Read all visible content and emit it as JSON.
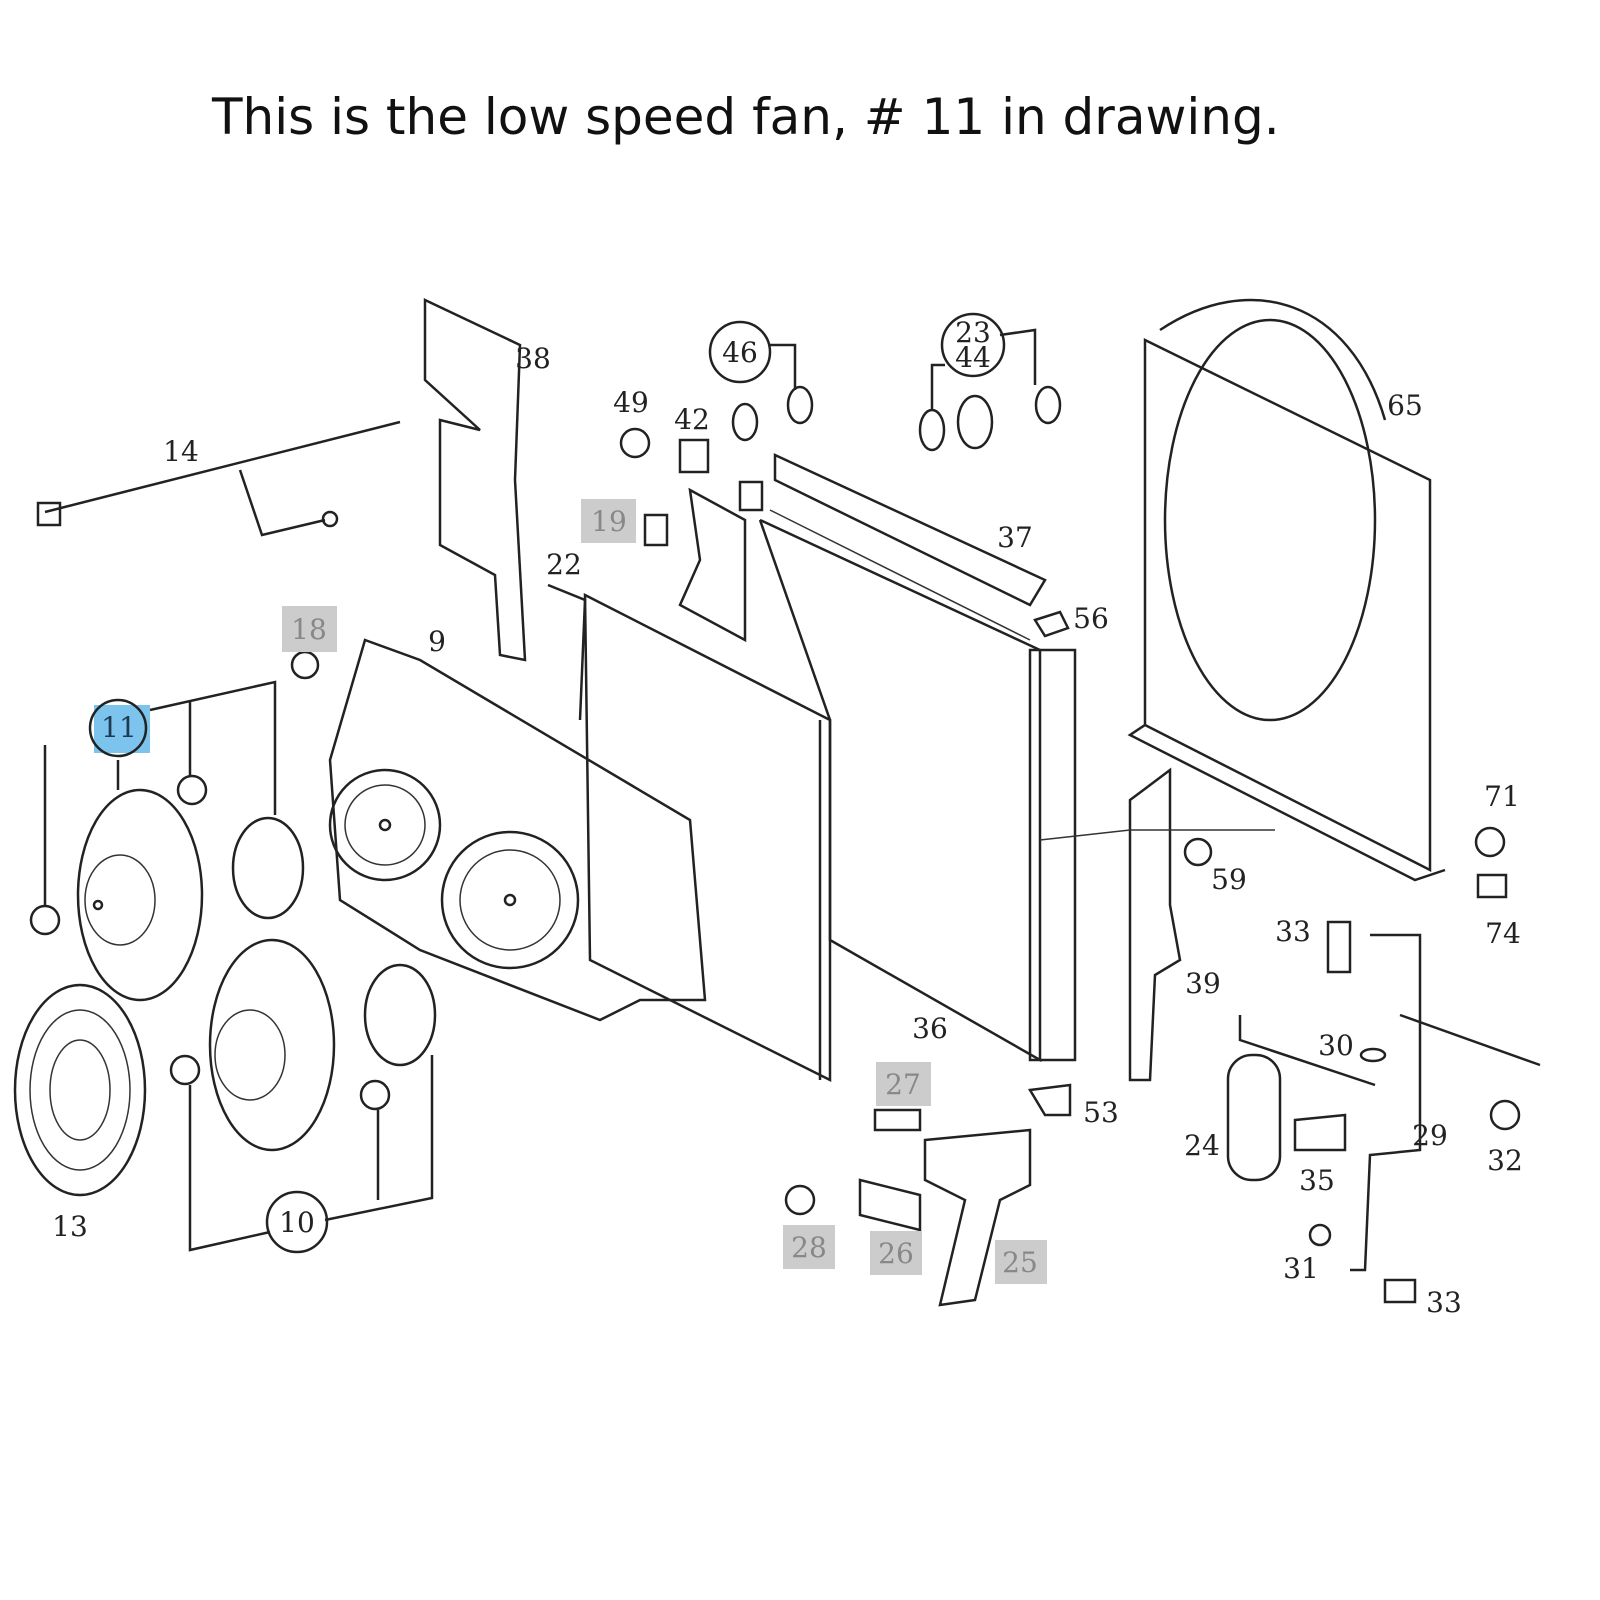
{
  "caption": "This is the low speed fan, # 11 in drawing.",
  "colors": {
    "highlight": "#7cc4ee",
    "gray_box": "#cccccc",
    "line": "#222222"
  },
  "highlighted_part": "11",
  "callouts": {
    "p38": "38",
    "p14": "14",
    "p46": "46",
    "p49": "49",
    "p42": "42",
    "p23": "23",
    "p44": "44",
    "p65": "65",
    "p19": "19",
    "p37": "37",
    "p22": "22",
    "p56": "56",
    "p18": "18",
    "p9": "9",
    "p11": "11",
    "p71": "71",
    "p59": "59",
    "p33a": "33",
    "p74": "74",
    "p39": "39",
    "p36": "36",
    "p30": "30",
    "p27": "27",
    "p53": "53",
    "p29": "29",
    "p24": "24",
    "p32": "32",
    "p35": "35",
    "p13": "13",
    "p10": "10",
    "p28": "28",
    "p26": "26",
    "p25": "25",
    "p31": "31",
    "p33b": "33"
  }
}
